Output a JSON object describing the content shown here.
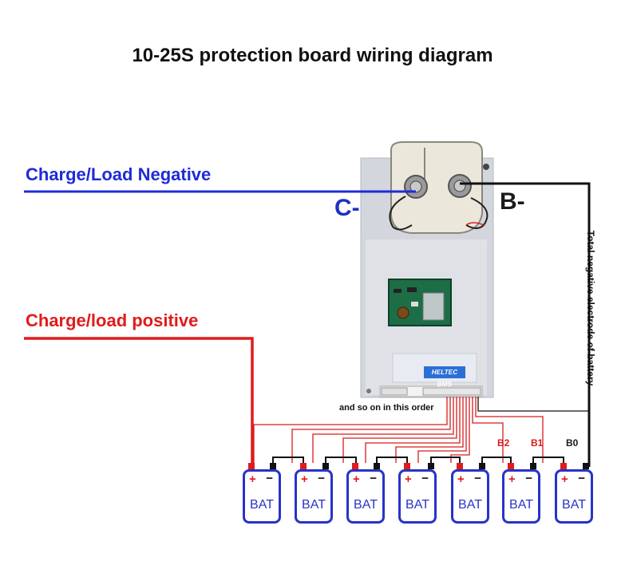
{
  "title": "10-25S protection board wiring diagram",
  "labels": {
    "charge_load_negative": "Charge/Load Negative",
    "charge_load_positive": "Charge/load positive",
    "c_minus": "C-",
    "b_minus": "B-",
    "order_note": "and so on in this order",
    "total_negative": "Total negative electrode of battery"
  },
  "taps": {
    "b2": "B2",
    "b1": "B1",
    "b0": "B0"
  },
  "board": {
    "brand": "HELTEC BMS"
  },
  "batteries": [
    {
      "plus": "+",
      "minus": "−",
      "label": "BAT"
    },
    {
      "plus": "+",
      "minus": "−",
      "label": "BAT"
    },
    {
      "plus": "+",
      "minus": "−",
      "label": "BAT"
    },
    {
      "plus": "+",
      "minus": "−",
      "label": "BAT"
    },
    {
      "plus": "+",
      "minus": "−",
      "label": "BAT"
    },
    {
      "plus": "+",
      "minus": "−",
      "label": "BAT"
    },
    {
      "plus": "+",
      "minus": "−",
      "label": "BAT"
    }
  ],
  "colors": {
    "negative_wire": "#1f2bd6",
    "positive_wire": "#e11b1b",
    "ground_wire": "#111111",
    "battery": "#2833c8"
  }
}
